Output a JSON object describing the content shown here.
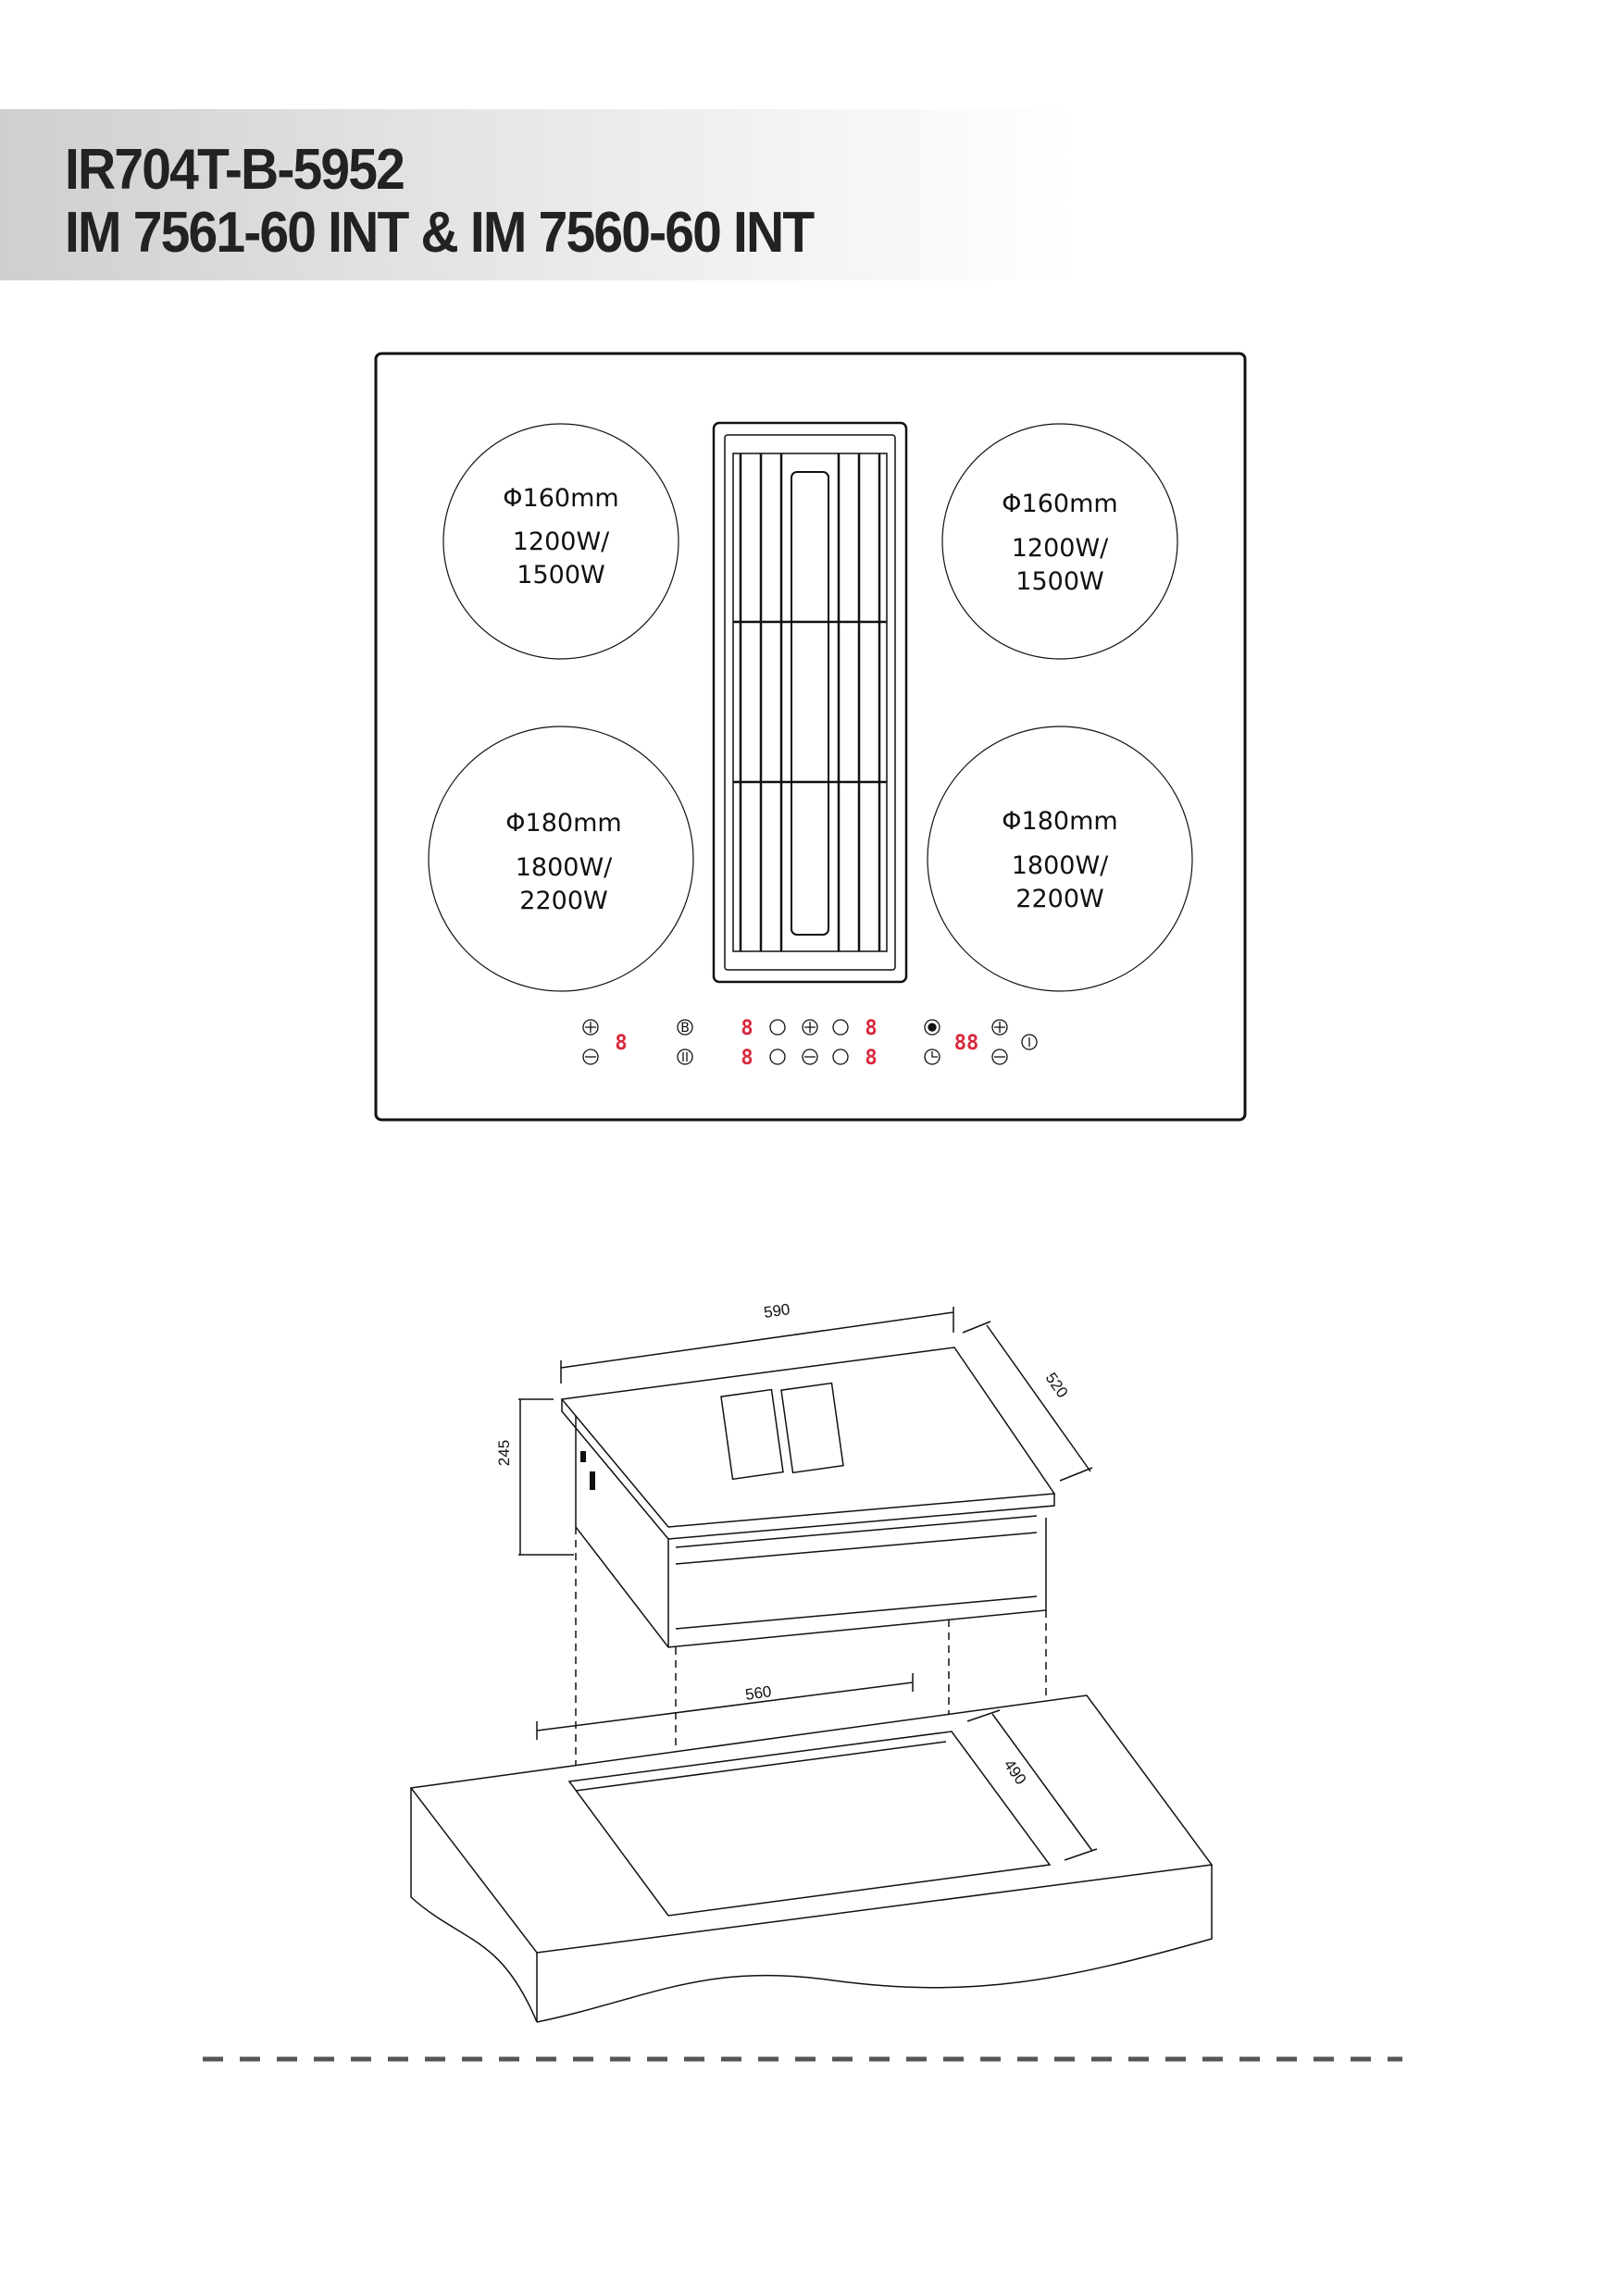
{
  "header": {
    "line1": "IR704T-B-5952",
    "line2": "IM 7561-60 INT & IM 7560-60 INT"
  },
  "zones": [
    {
      "diameter": "Φ160mm",
      "power1": "1200W/",
      "power2": "1500W"
    },
    {
      "diameter": "Φ160mm",
      "power1": "1200W/",
      "power2": "1500W"
    },
    {
      "diameter": "Φ180mm",
      "power1": "1800W/",
      "power2": "2200W"
    },
    {
      "diameter": "Φ180mm",
      "power1": "1800W/",
      "power2": "2200W"
    }
  ],
  "controls": {
    "display_single": "8",
    "display_double": "88"
  },
  "dimensions": {
    "width": "590",
    "depth": "520",
    "height": "245",
    "cutout_width": "560",
    "cutout_depth": "490"
  }
}
